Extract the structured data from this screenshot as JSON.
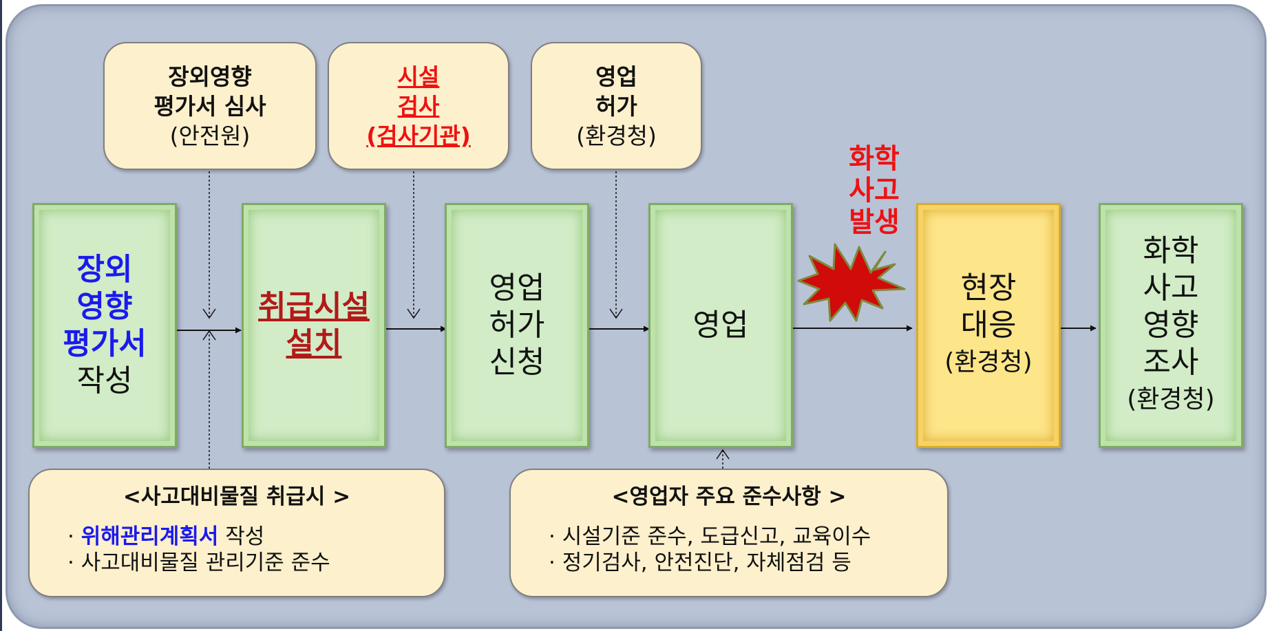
{
  "notes": {
    "review": {
      "line1": "장외영향",
      "line2": "평가서 심사",
      "line3": "(안전원)"
    },
    "inspection": {
      "line1": "시설",
      "line2": "검사",
      "line3": "(검사기관)"
    },
    "permit": {
      "line1": "영업",
      "line2": "허가",
      "line3": "(환경청)"
    }
  },
  "accident_label": {
    "line1": "화학",
    "line2": "사고",
    "line3": "발생"
  },
  "steps": {
    "assessment": {
      "line1": "장외",
      "line2": "영향",
      "line3": "평가서",
      "line4": "작성"
    },
    "install": {
      "line1": "취급시설",
      "line2": "설치"
    },
    "apply": {
      "line1": "영업",
      "line2": "허가",
      "line3": "신청"
    },
    "operate": {
      "line1": "영업"
    },
    "response": {
      "line1": "현장",
      "line2": "대응",
      "line3": "(환경청)"
    },
    "survey": {
      "line1": "화학",
      "line2": "사고",
      "line3": "영향",
      "line4": "조사",
      "line5": "(환경청)"
    }
  },
  "info_left": {
    "title": "<사고대비물질 취급시 >",
    "bullet": "·",
    "item1_highlight": "위해관리계획서",
    "item1_rest": " 작성",
    "item2": "사고대비물질 관리기준 준수"
  },
  "info_right": {
    "title": "<영업자 주요 준수사항 >",
    "bullet": "·",
    "item1": "시설기준 준수, 도급신고, 교육이수",
    "item2": "정기검사, 안전진단, 자체점검 등"
  },
  "colors": {
    "panel": "#b9c3d6",
    "step_green": "#d1ecc6",
    "step_yellow": "#fde58a",
    "note_fill": "#fdf0cc",
    "accent_red": "#ee1111",
    "accent_blue": "#1a1aee",
    "burst": "#d10a0a"
  }
}
